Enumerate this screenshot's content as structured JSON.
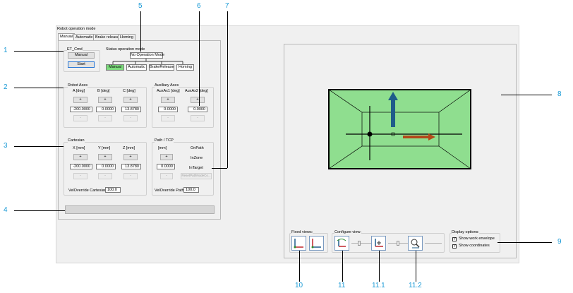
{
  "window": {
    "title": "Robot operation mode"
  },
  "tabs": [
    "Manual",
    "Automatic",
    "Brake release",
    "Homing"
  ],
  "et_cmd": {
    "label": "ET_Cmd",
    "manual_button": "Manual",
    "start_button": "Start"
  },
  "status": {
    "label": "Status operation mode",
    "current": "No Operation Mode",
    "modes": [
      "Manual",
      "Automatic",
      "BrakeRelease",
      "Homing"
    ],
    "active_color": "#7ddc7d"
  },
  "robot_axes": {
    "label": "Robot Axes",
    "axes": [
      {
        "name": "A [deg]",
        "value": "-200.0000"
      },
      {
        "name": "B [deg]",
        "value": "0.0000"
      },
      {
        "name": "C [deg]",
        "value": "13.8780"
      }
    ]
  },
  "aux_axes": {
    "label": "Auxiliary Axes",
    "axes": [
      {
        "name": "AuxAx1 [deg]",
        "value": "0.0000"
      },
      {
        "name": "AuxAx2 [deg]",
        "value": "0.0000"
      }
    ]
  },
  "cartesian": {
    "label": "Cartesian",
    "axes": [
      {
        "name": "X [mm]",
        "value": "-200.0000"
      },
      {
        "name": "Y [mm]",
        "value": "0.0000"
      },
      {
        "name": "Z [mm]",
        "value": "13.8780"
      }
    ],
    "override_label": "VelOverride Cartesian:",
    "override_value": "100.0"
  },
  "path_tcp": {
    "label": "Path / TCP",
    "unit": "[mm]",
    "value": "0.0000",
    "on_path": "OnPath",
    "in_zone": "InZone",
    "in_target": "InTarget",
    "reset_button": "ResetPathNodeCo...",
    "override_label": "VelOverride Path:",
    "override_value": "100.0"
  },
  "buttons": {
    "plus": "+",
    "minus": "-"
  },
  "views": {
    "fixed_label": "Fixed views:",
    "configure_label": "Configure view:",
    "display_label": "Display options:",
    "show_work_envelope": "Show work envelope",
    "show_coordinates": "Show coordinates"
  },
  "callouts": [
    "1",
    "2",
    "3",
    "4",
    "5",
    "6",
    "7",
    "8",
    "9",
    "10",
    "11",
    "11.1",
    "11.2"
  ],
  "colors": {
    "envelope": "#8fde8f",
    "z_axis": "#1f5c8a",
    "x_axis": "#b34a1a",
    "callout": "#1a9ad6"
  }
}
